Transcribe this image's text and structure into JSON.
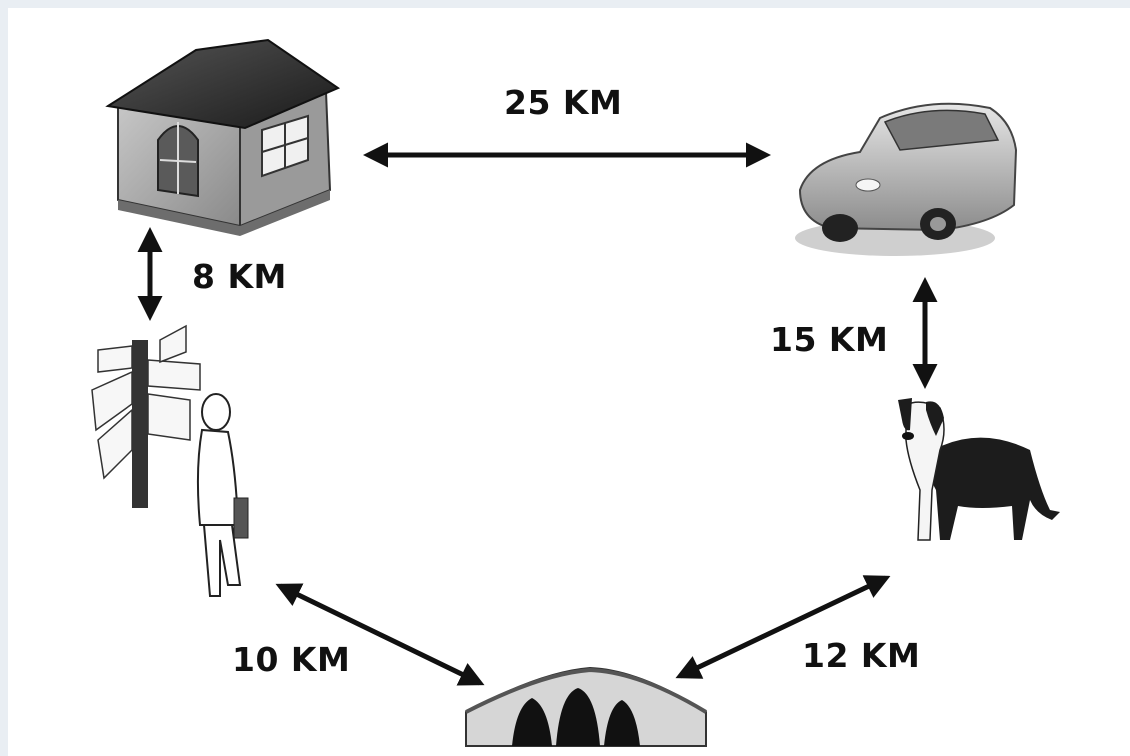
{
  "distances": {
    "house_car": "25 KM",
    "house_person": "8 KM",
    "car_dog": "15 KM",
    "person_bridge": "10 KM",
    "dog_bridge": "12 KM"
  },
  "icons": [
    "house-icon",
    "car-icon",
    "signpost-icon",
    "person-icon",
    "dog-icon",
    "bridge-icon"
  ],
  "colors": {
    "background": "#e9eef3",
    "panel": "#ffffff",
    "ink": "#111111"
  }
}
